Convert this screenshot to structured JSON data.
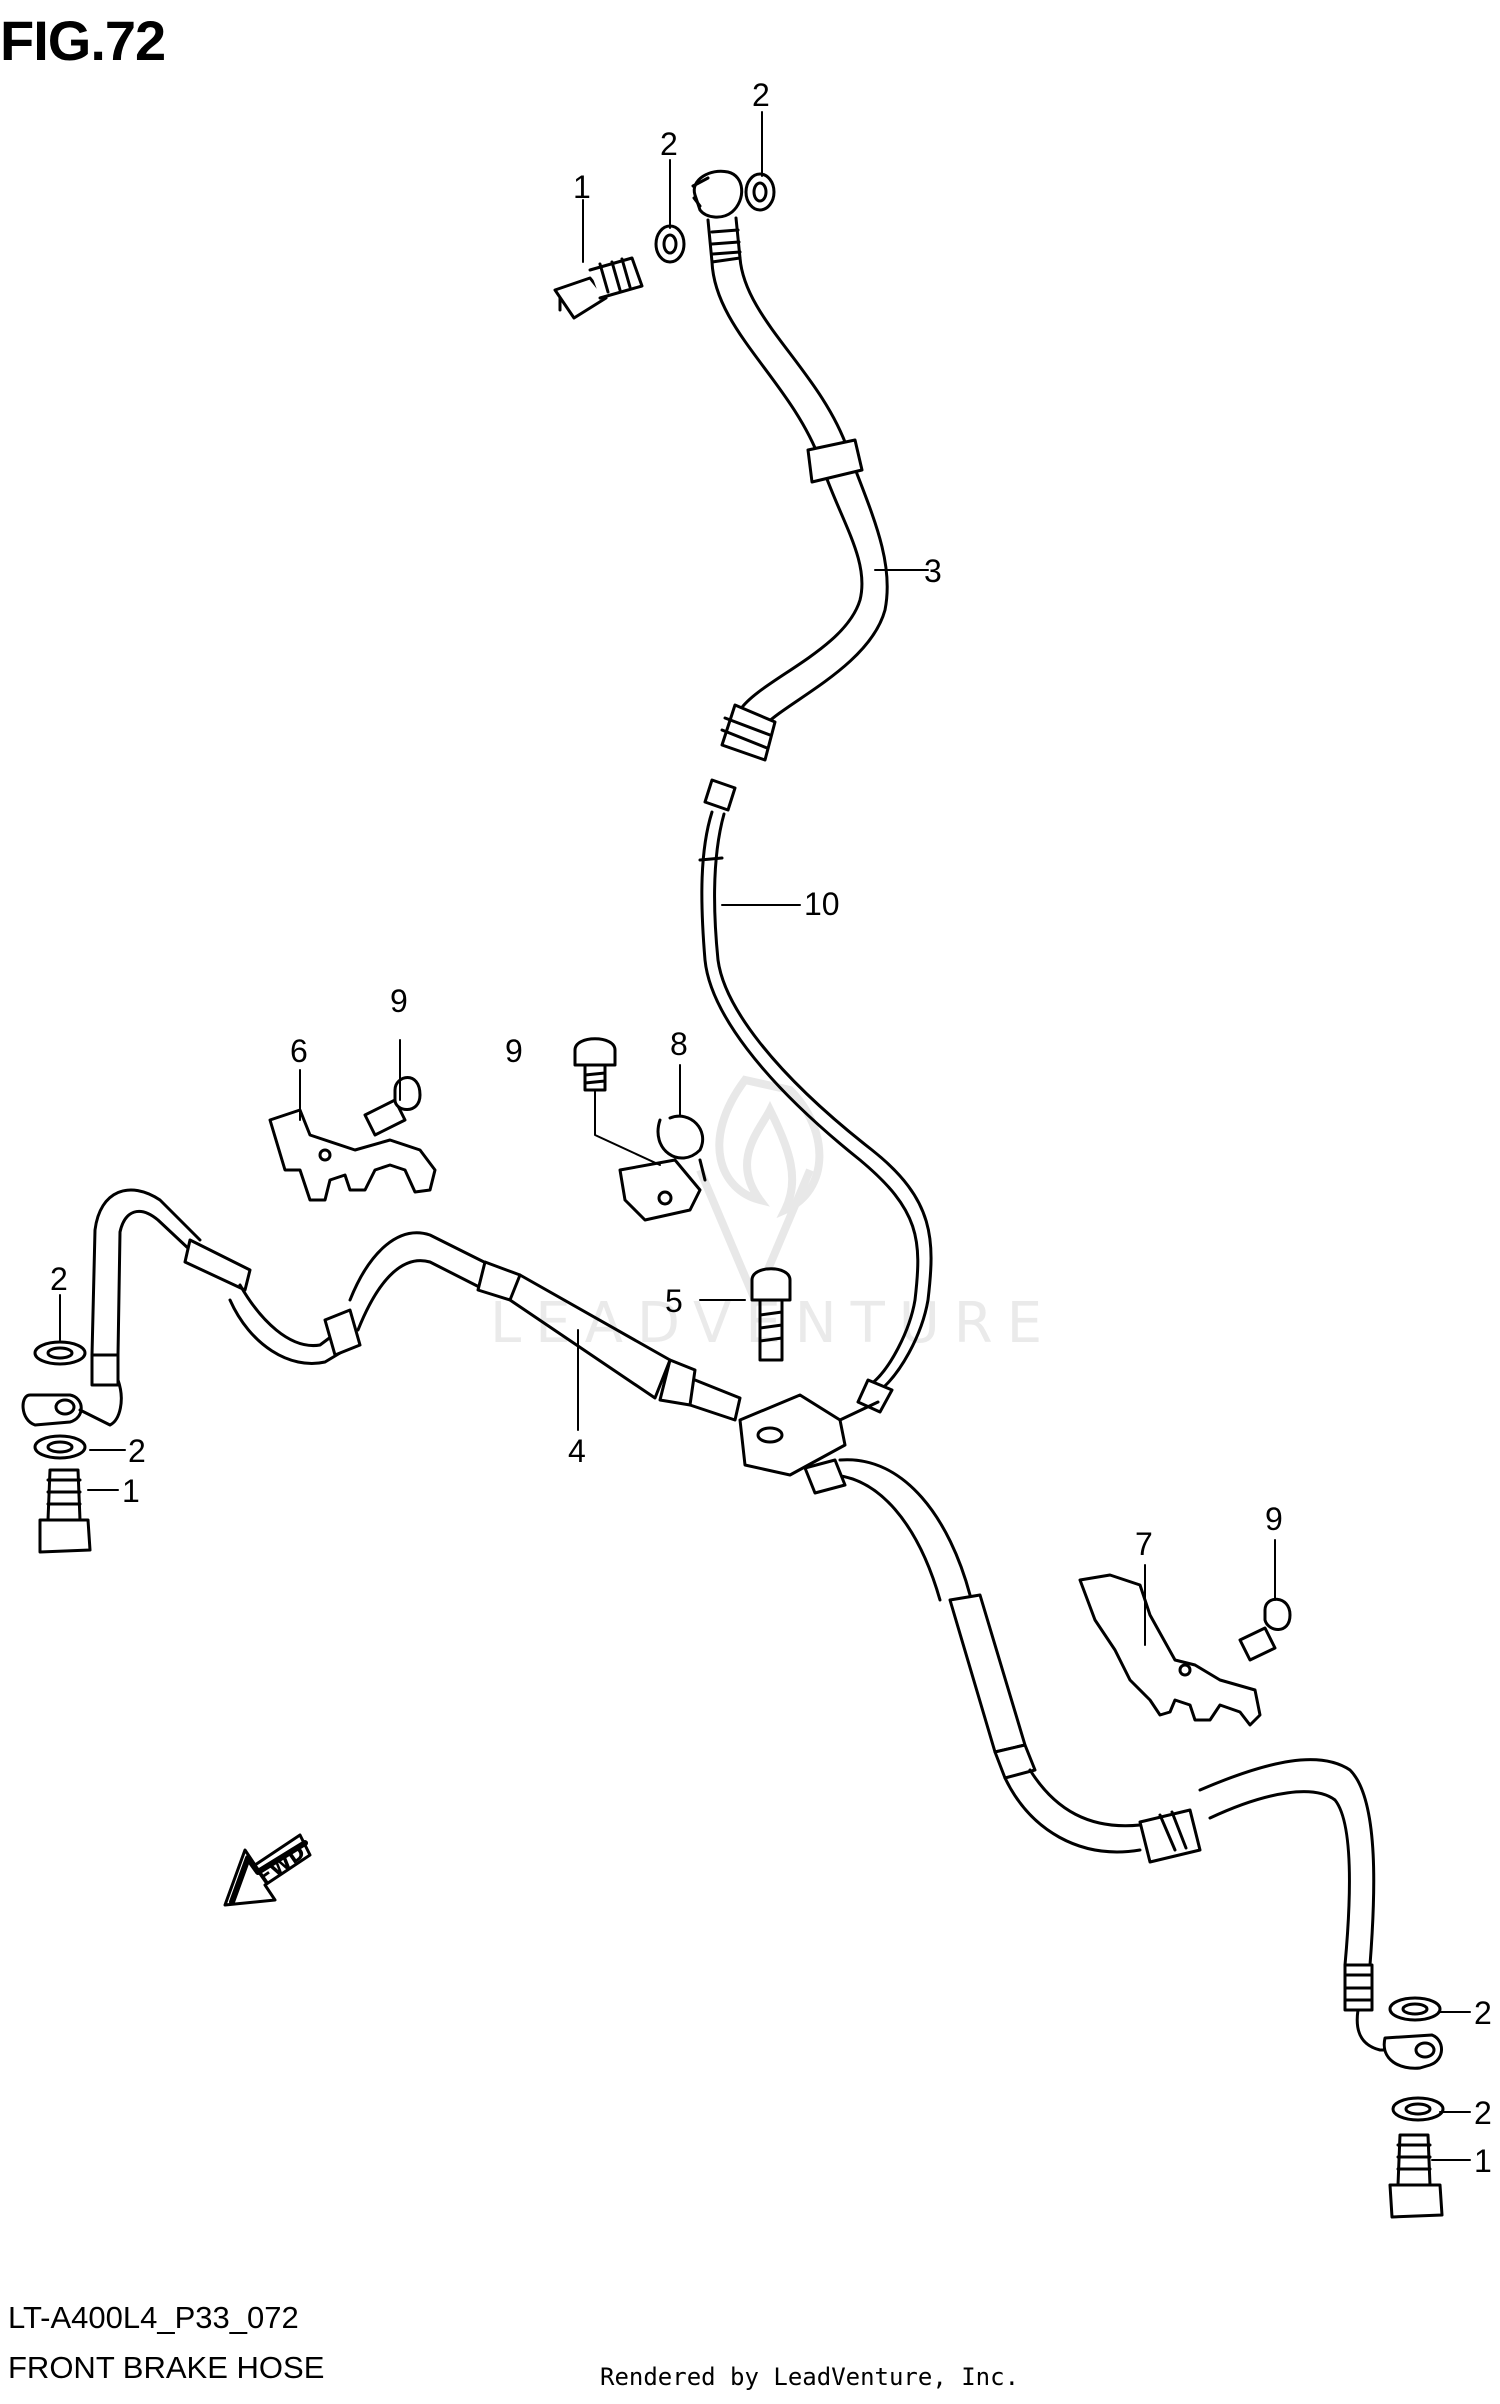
{
  "figure": {
    "title": "FIG.72"
  },
  "footer": {
    "model_code": "LT-A400L4_P33_072",
    "section_name": "FRONT BRAKE HOSE",
    "credit": "Rendered by LeadVenture, Inc."
  },
  "watermark": {
    "text": "LEADVENTURE"
  },
  "direction_arrow": {
    "label": "FWD"
  },
  "callouts": [
    {
      "id": "c1-top",
      "label": "1"
    },
    {
      "id": "c2-top-a",
      "label": "2"
    },
    {
      "id": "c2-top-b",
      "label": "2"
    },
    {
      "id": "c3",
      "label": "3"
    },
    {
      "id": "c10",
      "label": "10"
    },
    {
      "id": "c9-a",
      "label": "9"
    },
    {
      "id": "c6",
      "label": "6"
    },
    {
      "id": "c9-b",
      "label": "9"
    },
    {
      "id": "c8",
      "label": "8"
    },
    {
      "id": "c5",
      "label": "5"
    },
    {
      "id": "c2-left-a",
      "label": "2"
    },
    {
      "id": "c2-left-b",
      "label": "2"
    },
    {
      "id": "c1-left",
      "label": "1"
    },
    {
      "id": "c4",
      "label": "4"
    },
    {
      "id": "c7",
      "label": "7"
    },
    {
      "id": "c9-c",
      "label": "9"
    },
    {
      "id": "c2-right-a",
      "label": "2"
    },
    {
      "id": "c2-right-b",
      "label": "2"
    },
    {
      "id": "c1-right",
      "label": "1"
    }
  ]
}
